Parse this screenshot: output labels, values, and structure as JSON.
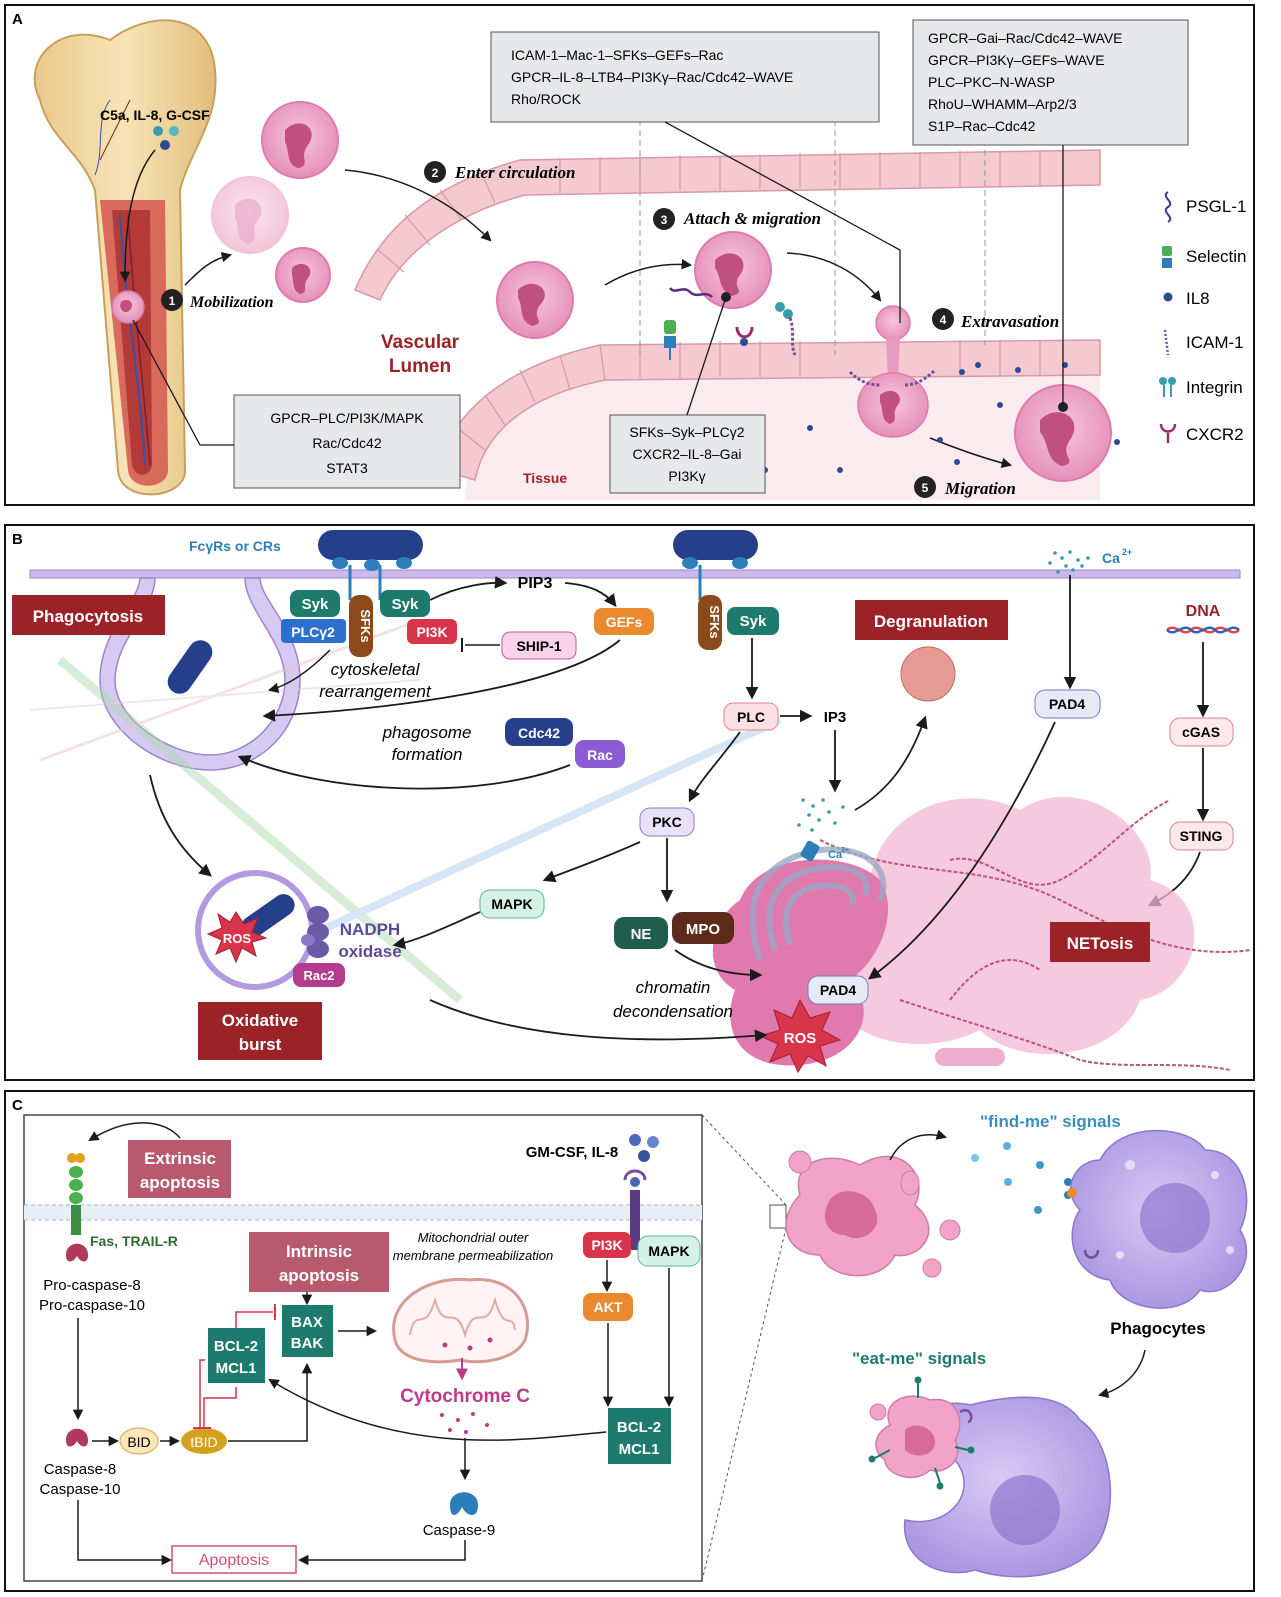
{
  "panelA": {
    "label": "A",
    "bone_signals": "C5a, IL-8, G-CSF",
    "steps": [
      {
        "num": "1",
        "label": "Mobilization"
      },
      {
        "num": "2",
        "label": "Enter circulation"
      },
      {
        "num": "3",
        "label": "Attach & migration"
      },
      {
        "num": "4",
        "label": "Extravasation"
      },
      {
        "num": "5",
        "label": "Migration"
      }
    ],
    "lumen": [
      "Vascular",
      "Lumen"
    ],
    "tissue": "Tissue",
    "box_bone": [
      "GPCR–PLC/PI3K/MAPK",
      "Rac/Cdc42",
      "STAT3"
    ],
    "box_attach": [
      "SFKs–Syk–PLCγ2",
      "CXCR2–IL-8–Gai",
      "PI3Kγ"
    ],
    "box_top_mid": [
      "ICAM-1–Mac-1–SFKs–GEFs–Rac",
      "GPCR–IL-8–LTB4–PI3Kγ–Rac/Cdc42–WAVE",
      "Rho/ROCK"
    ],
    "box_top_right": [
      "GPCR–Gai–Rac/Cdc42–WAVE",
      "GPCR–PI3Kγ–GEFs–WAVE",
      "PLC–PKC–N-WASP",
      "RhoU–WHAMM–Arp2/3",
      "S1P–Rac–Cdc42"
    ],
    "legend": [
      "PSGL-1",
      "Selectin",
      "IL8",
      "ICAM-1",
      "Integrin",
      "CXCR2"
    ]
  },
  "panelB": {
    "label": "B",
    "receptors": "FcγRs or CRs",
    "phagocytosis": "Phagocytosis",
    "syk": "Syk",
    "plcg2": "PLCγ2",
    "sfks": "SFKs",
    "pi3k": "PI3K",
    "pip3": "PIP3",
    "gefs": "GEFs",
    "ship1": "SHIP-1",
    "cytoskeletal": [
      "cytoskeletal",
      "rearrangement"
    ],
    "phagosome": [
      "phagosome",
      "formation"
    ],
    "cdc42": "Cdc42",
    "rac": "Rac",
    "plc": "PLC",
    "ip3": "IP3",
    "pkc": "PKC",
    "mapk": "MAPK",
    "ne": "NE",
    "mpo": "MPO",
    "degranulation": "Degranulation",
    "ca_top": "Ca",
    "ca_sup": "2+",
    "pad4": "PAD4",
    "dna": "DNA",
    "cgas": "cGAS",
    "sting": "STING",
    "netosis": "NETosis",
    "ros": "ROS",
    "nadph": [
      "NADPH",
      "oxidase"
    ],
    "rac2": "Rac2",
    "oxidative": [
      "Oxidative",
      "burst"
    ],
    "chromatin": [
      "chromatin",
      "decondensation"
    ]
  },
  "panelC": {
    "label": "C",
    "extrinsic": [
      "Extrinsic",
      "apoptosis"
    ],
    "fas": "Fas, TRAIL-R",
    "procasp": [
      "Pro-caspase-8",
      "Pro-caspase-10"
    ],
    "casp": [
      "Caspase-8",
      "Caspase-10"
    ],
    "bid": "BID",
    "tbid": "tBID",
    "intrinsic": [
      "Intrinsic",
      "apoptosis"
    ],
    "baxbak": [
      "BAX",
      "BAK"
    ],
    "bcl2": [
      "BCL-2",
      "MCL1"
    ],
    "momp": [
      "Mitochondrial outer",
      "membrane permeabilization"
    ],
    "cytc": "Cytochrome C",
    "casp9": "Caspase-9",
    "apoptosis": "Apoptosis",
    "gmcsf": "GM-CSF, IL-8",
    "pi3k": "PI3K",
    "mapk": "MAPK",
    "akt": "AKT",
    "findme": "\"find-me\" signals",
    "eatme": "\"eat-me\" signals",
    "phagocytes": "Phagocytes"
  },
  "colors": {
    "panel_border": "#111111",
    "dark_red": "#9b2226",
    "teal": "#2a8c7e",
    "pink": "#e89bc1",
    "purple": "#b9a6e8",
    "tan": "#f2d9a0"
  }
}
